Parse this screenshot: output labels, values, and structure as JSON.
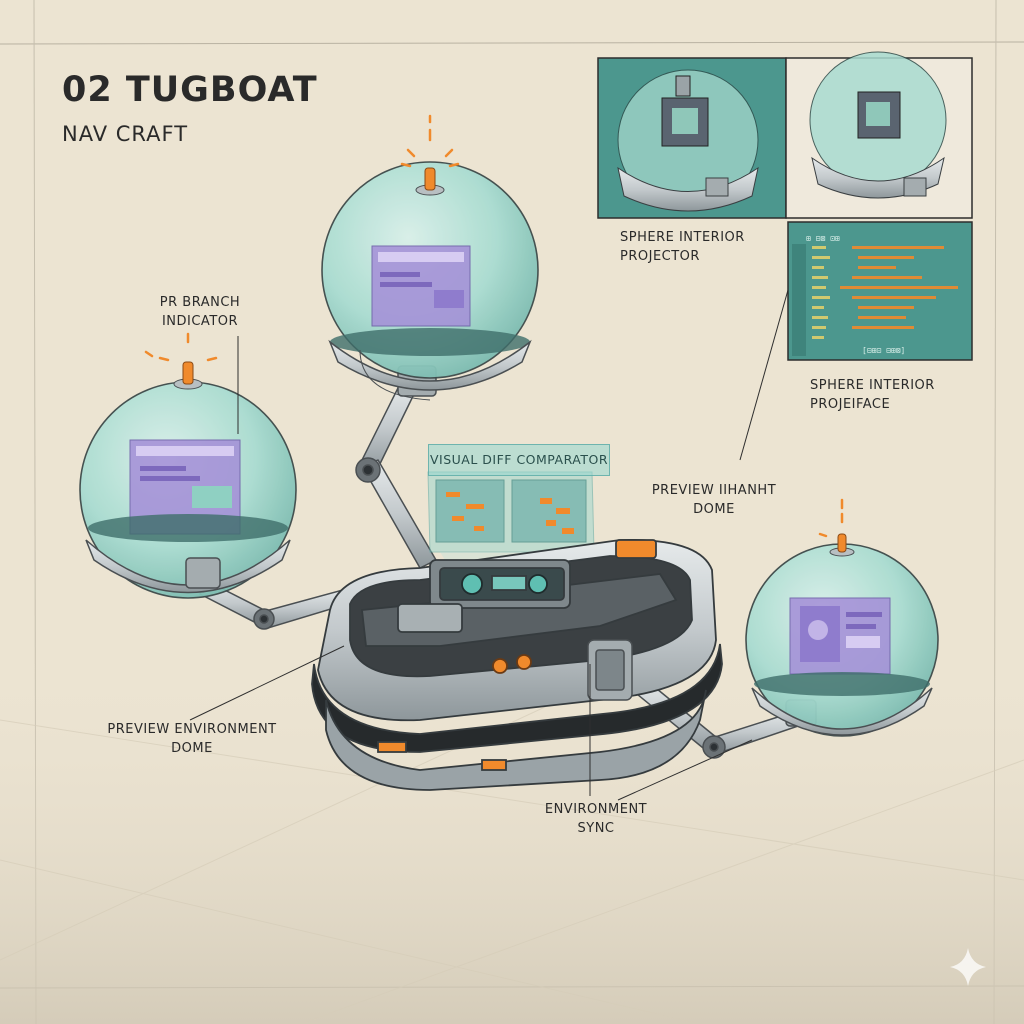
{
  "header": {
    "title": "02 TUGBOAT",
    "subtitle": "NAV CRAFT"
  },
  "labels": {
    "pr_branch_indicator": [
      "PR BRANCH",
      "INDICATOR"
    ],
    "visual_diff_comparator": "VISUAL DIFF COMPARATOR",
    "sphere_interior_projector": [
      "SPHERE INTERIOR",
      "PROJECTOR"
    ],
    "sphere_interior_projeface": [
      "SPHERE INTERIOR",
      "PROJEIFACE"
    ],
    "preview_ihanht_dome": [
      "PREVIEW IIHANHT",
      "DOME"
    ],
    "preview_environment_dome": [
      "PREVIEW ENVIRONMENT",
      "DOME"
    ],
    "environment_sync": [
      "ENVIRONMENT",
      "SYNC"
    ]
  },
  "code_panel": {
    "title": "⊞ ⊟⊠ ⊡⊞",
    "footer": "[⊟⊞⊡ ⊟⊞⊠]"
  },
  "colors": {
    "paper": "#ece4d2",
    "ink": "#2a2a2a",
    "glass": "#9fd3c8",
    "screen": "#a48ed8",
    "metal": "#c9ced0",
    "accent_orange": "#f08a2c",
    "inset_panel": "#4c978e"
  }
}
